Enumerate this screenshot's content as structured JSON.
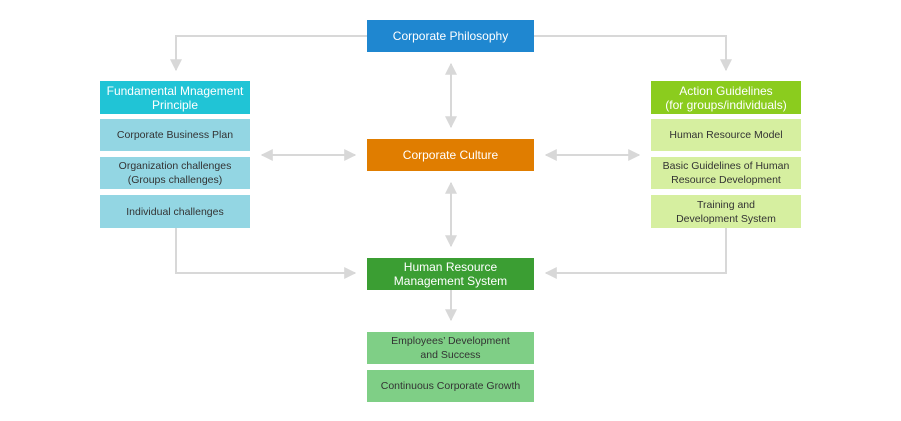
{
  "colors": {
    "philosophy": "#1f87d0",
    "fundamental_header": "#20c4d6",
    "fundamental_item": "#93d6e3",
    "culture": "#e07d00",
    "action_header": "#8bcc1e",
    "action_item": "#d6efa0",
    "hrms": "#3b9e33",
    "outcome_item": "#7fcf86",
    "arrow": "#d8d8d8"
  },
  "nodes": {
    "corporate_philosophy": "Corporate Philosophy",
    "fundamental_principle": "Fundamental Mnagement\nPrinciple",
    "corporate_business_plan": "Corporate Business Plan",
    "organization_challenges": "Organization challenges\n(Groups challenges)",
    "individual_challenges": "Individual challenges",
    "corporate_culture": "Corporate Culture",
    "action_guidelines": "Action Guidelines\n(for groups/individuals)",
    "human_resource_model": "Human Resource Model",
    "basic_guidelines": "Basic Guidelines of Human\nResource Development",
    "training_system": "Training and\nDevelopment System",
    "hr_management_system": "Human Resource\nManagement System",
    "employees_development": "Employees’ Development\nand Success",
    "continuous_growth": "Continuous Corporate Growth"
  }
}
